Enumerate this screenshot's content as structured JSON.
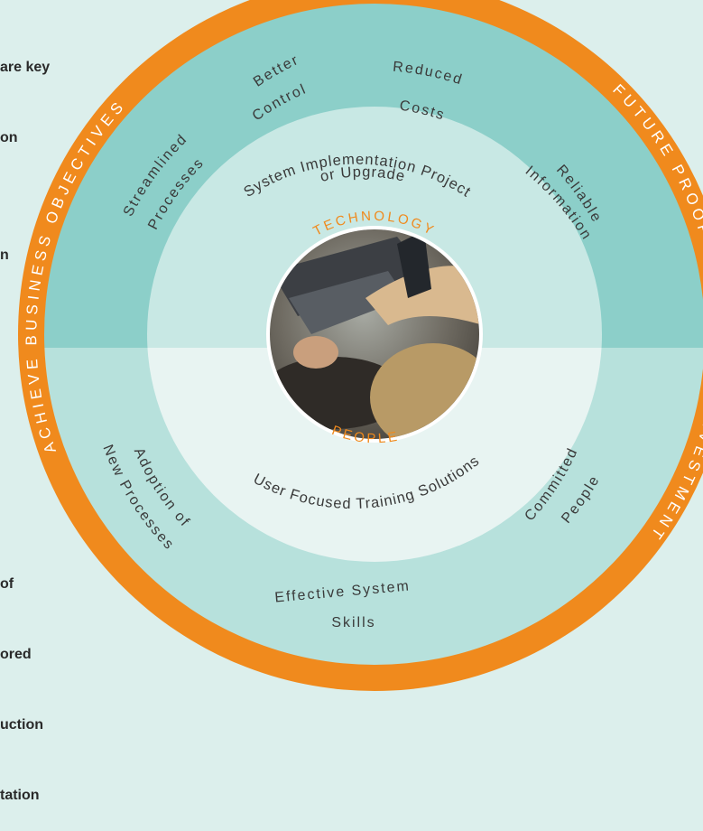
{
  "side_text": {
    "top_lines": [
      "are key",
      "on",
      "",
      "n"
    ],
    "bottom_lines": [
      "of",
      "ored",
      "uction",
      "tation"
    ]
  },
  "outer_ring": {
    "left": "ACHIEVE BUSINESS OBJECTIVES",
    "right": "FUTURE PROOF TECHNOLOGY INVESTMENT"
  },
  "hub_labels": {
    "technology": "TECHNOLOGY",
    "people": "PEOPLE"
  },
  "inner_labels": {
    "technology_project": "System Implementation or Upgrade Project",
    "training": "User Focused Training Solutions"
  },
  "segments": {
    "better_control": [
      "Better",
      "Control"
    ],
    "reduced_costs": [
      "Reduced",
      "Costs"
    ],
    "streamlined_processes": [
      "Streamlined",
      "Processes"
    ],
    "reliable_information": [
      "Reliable",
      "Information"
    ],
    "adoption_new_processes": [
      "Adoption of",
      "New Processes"
    ],
    "committed_people": [
      "Committed",
      "People"
    ],
    "effective_system_skills": [
      "Effective System",
      "Skills"
    ]
  },
  "colors": {
    "orange": "#f08a1d",
    "teal_band": "#8ccfc9",
    "teal_light_band": "#b7e1dc",
    "inner_top": "#c8e8e4",
    "inner_bottom": "#e8f4f2",
    "background": "#dcefec"
  },
  "photo": {
    "icon": "photo-people-at-computer"
  }
}
